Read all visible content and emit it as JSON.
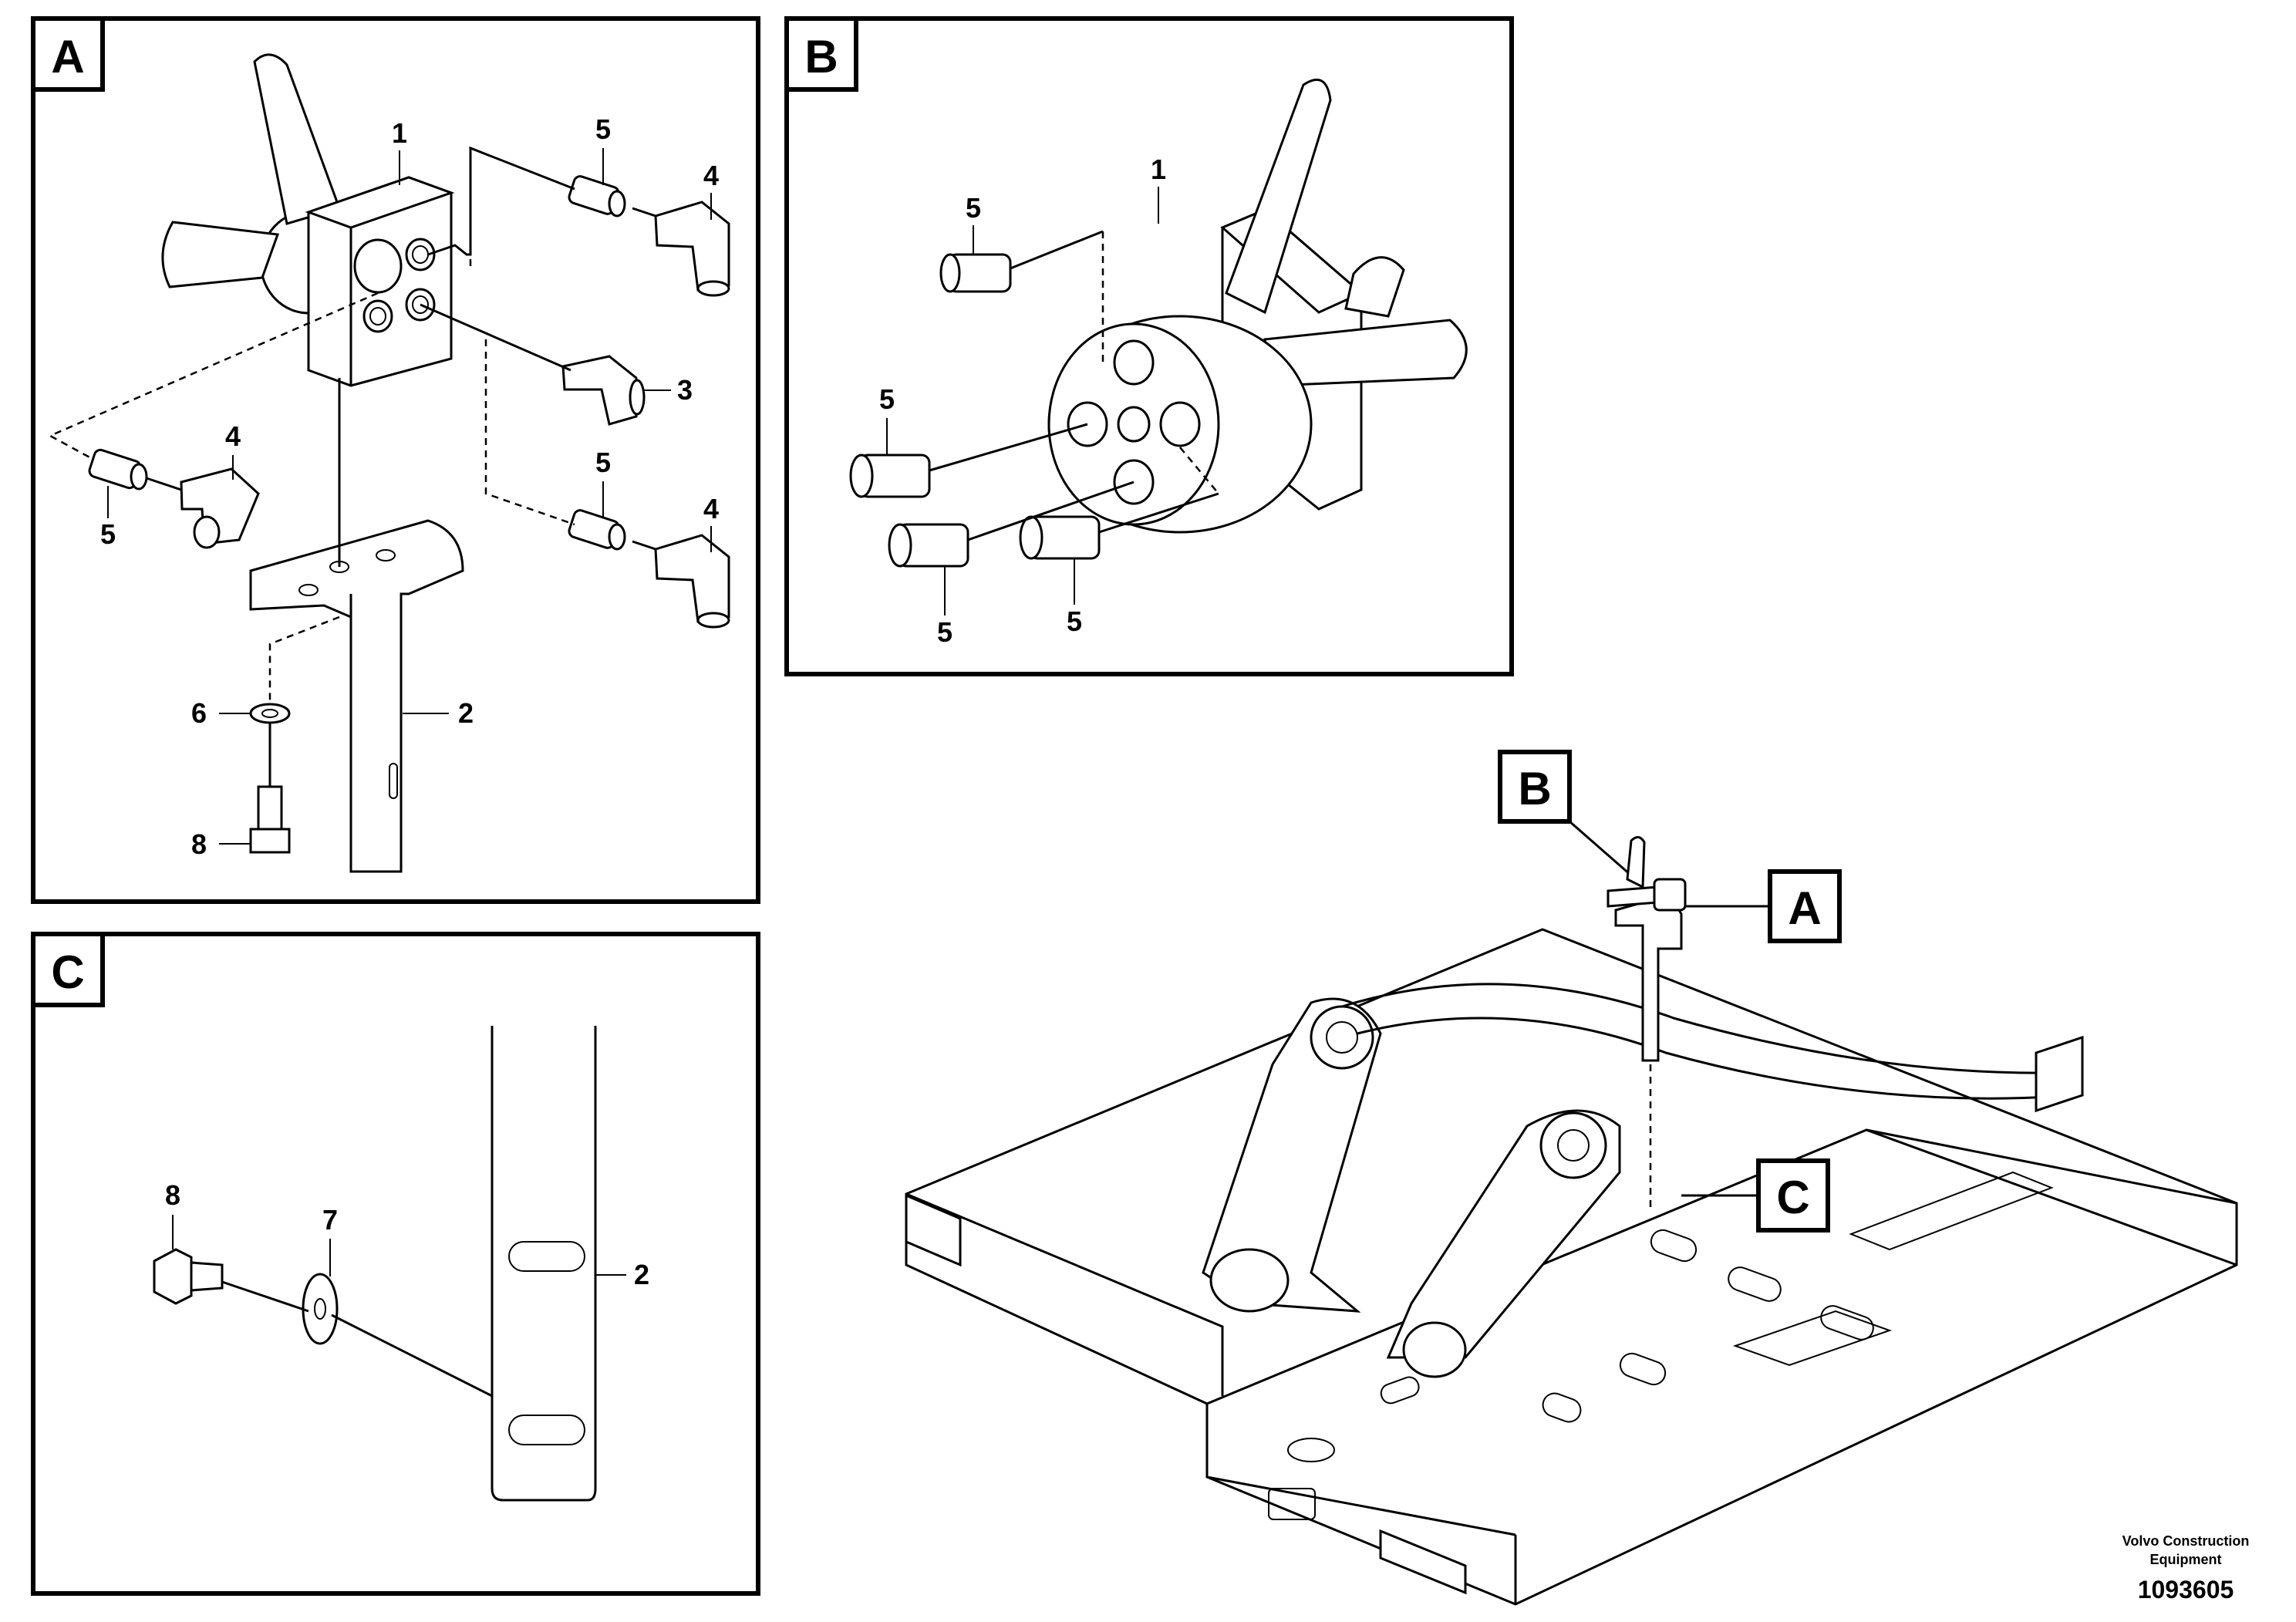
{
  "panels": {
    "a": {
      "tag": "A",
      "callouts": [
        "1",
        "5",
        "4",
        "3",
        "4",
        "5",
        "5",
        "4",
        "6",
        "2",
        "8"
      ]
    },
    "b": {
      "tag": "B",
      "callouts": [
        "5",
        "1",
        "5",
        "5",
        "5"
      ]
    },
    "c": {
      "tag": "C",
      "callouts": [
        "8",
        "7",
        "2"
      ]
    }
  },
  "overview": {
    "tags": [
      "B",
      "A",
      "C"
    ]
  },
  "credit": {
    "line1": "Volvo Construction",
    "line2": "Equipment",
    "part_number": "1093605"
  }
}
